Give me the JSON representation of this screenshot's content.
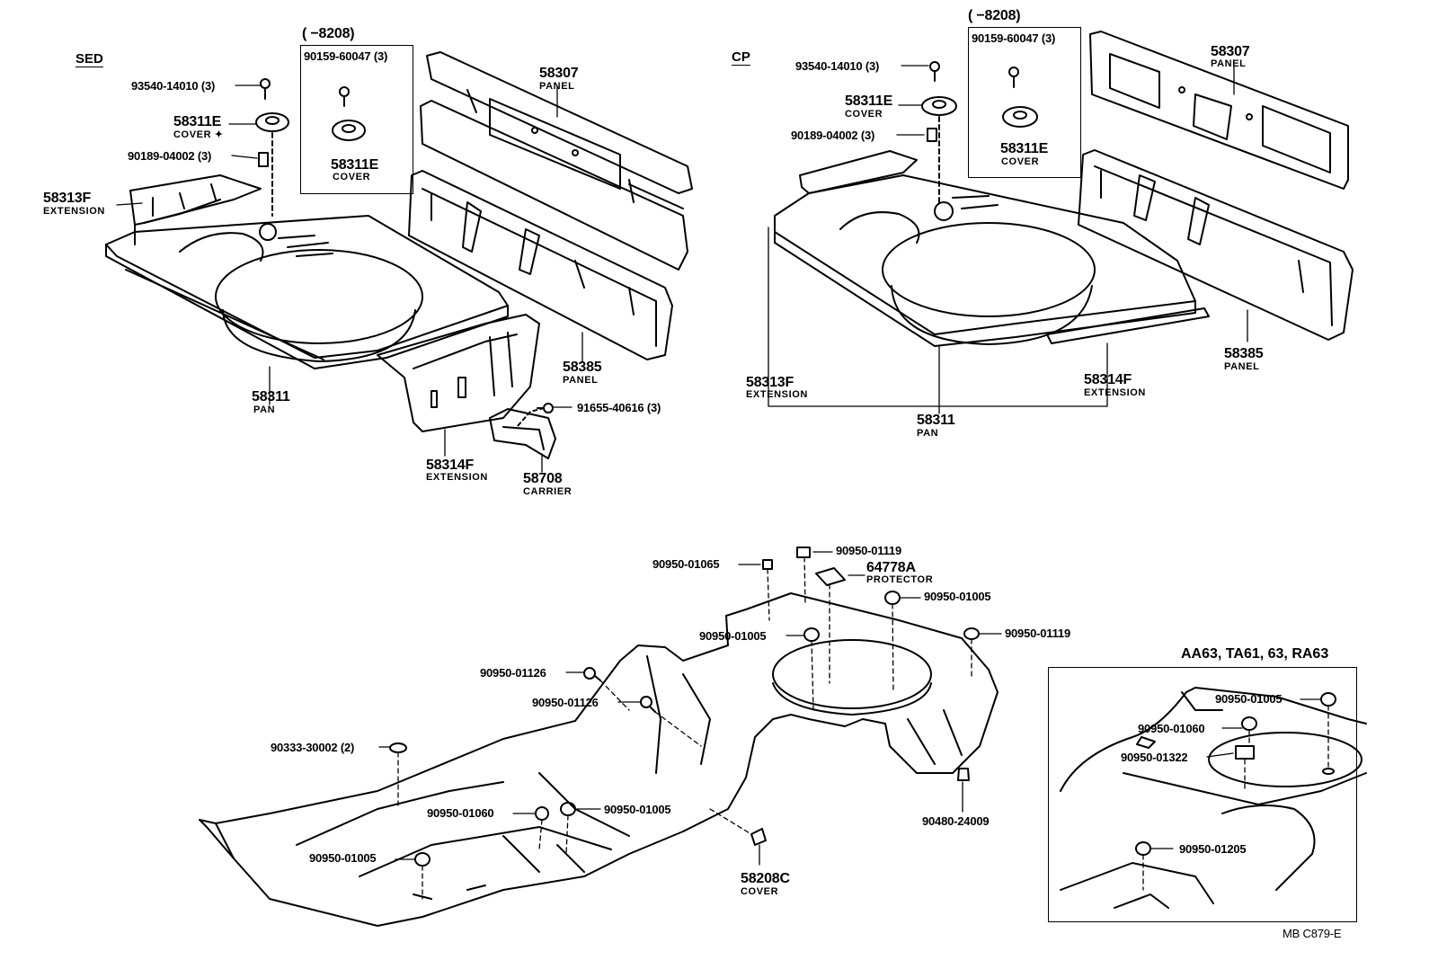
{
  "line_color": "#000000",
  "sed": {
    "heading": "SED",
    "range": "(      −8208)",
    "bolt_93540": "93540-14010 (3)",
    "cover_58311e": {
      "part": "58311E",
      "name": "COVER ✦"
    },
    "bolt_90189": "90189-04002 (3)",
    "ext_58313f": {
      "part": "58313F",
      "name": "EXTENSION"
    },
    "screw_90159": "90159-60047 (3)",
    "cover_58311e_b": {
      "part": "58311E",
      "name": "COVER"
    },
    "panel_58307": {
      "part": "58307",
      "name": "PANEL"
    },
    "pan_58311": {
      "part": "58311",
      "name": "PAN"
    },
    "panel_58385": {
      "part": "58385",
      "name": "PANEL"
    },
    "bolt_91655": "91655-40616 (3)",
    "ext_58314f": {
      "part": "58314F",
      "name": "EXTENSION"
    },
    "carrier_58708": {
      "part": "58708",
      "name": "CARRIER"
    }
  },
  "cp": {
    "heading": "CP",
    "range": "(      −8208)",
    "bolt_93540": "93540-14010 (3)",
    "cover_58311e": {
      "part": "58311E",
      "name": "COVER"
    },
    "bolt_90189": "90189-04002 (3)",
    "screw_90159": "90159-60047 (3)",
    "cover_58311e_b": {
      "part": "58311E",
      "name": "COVER"
    },
    "panel_58307": {
      "part": "58307",
      "name": "PANEL"
    },
    "panel_58385": {
      "part": "58385",
      "name": "PANEL"
    },
    "ext_58313f": {
      "part": "58313F",
      "name": "EXTENSION"
    },
    "ext_58314f": {
      "part": "58314F",
      "name": "EXTENSION"
    },
    "pan_58311": {
      "part": "58311",
      "name": "PAN"
    }
  },
  "floor": {
    "p_01065": "90950-01065",
    "p_01119_top": "90950-01119",
    "protector_64778a": {
      "part": "64778A",
      "name": "PROTECTOR"
    },
    "p_01005_a": "90950-01005",
    "p_01005_b": "90950-01005",
    "p_01119_right": "90950-01119",
    "p_01126_a": "90950-01126",
    "p_01126_b": "90950-01126",
    "p_30002": "90333-30002 (2)",
    "p_01060": "90950-01060",
    "p_01005_c": "90950-01005",
    "p_01005_d": "90950-01005",
    "p_24009": "90480-24009",
    "cover_58208c": {
      "part": "58208C",
      "name": "COVER"
    }
  },
  "inset": {
    "title": "AA63, TA61, 63, RA63",
    "p_01005": "90950-01005",
    "p_01060": "90950-01060",
    "p_01322": "90950-01322",
    "p_01205": "90950-01205"
  },
  "footer_code": "MB  C879-E"
}
